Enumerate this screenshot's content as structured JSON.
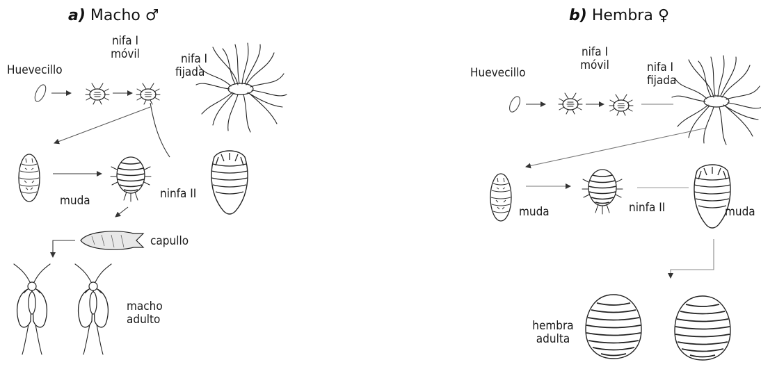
{
  "panel_a": {
    "letter": "a)",
    "title": "Macho",
    "symbol": "♂",
    "labels": {
      "egg": "Huevecillo",
      "nymph_mobile_1": "nifa I",
      "nymph_mobile_2": "móvil",
      "nymph_fixed_1": "nifa I",
      "nymph_fixed_2": "fijada",
      "molt": "muda",
      "nymph2": "ninfa II",
      "cocoon": "capullo",
      "adult_1": "macho",
      "adult_2": "adulto"
    }
  },
  "panel_b": {
    "letter": "b)",
    "title": "Hembra",
    "symbol": "♀",
    "labels": {
      "egg": "Huevecillo",
      "nymph_mobile_1": "nifa I",
      "nymph_mobile_2": "móvil",
      "nymph_fixed_1": "nifa I",
      "nymph_fixed_2": "fijada",
      "molt1": "muda",
      "nymph2": "ninfa II",
      "molt2": "muda",
      "adult_1": "hembra",
      "adult_2": "adulta"
    }
  }
}
